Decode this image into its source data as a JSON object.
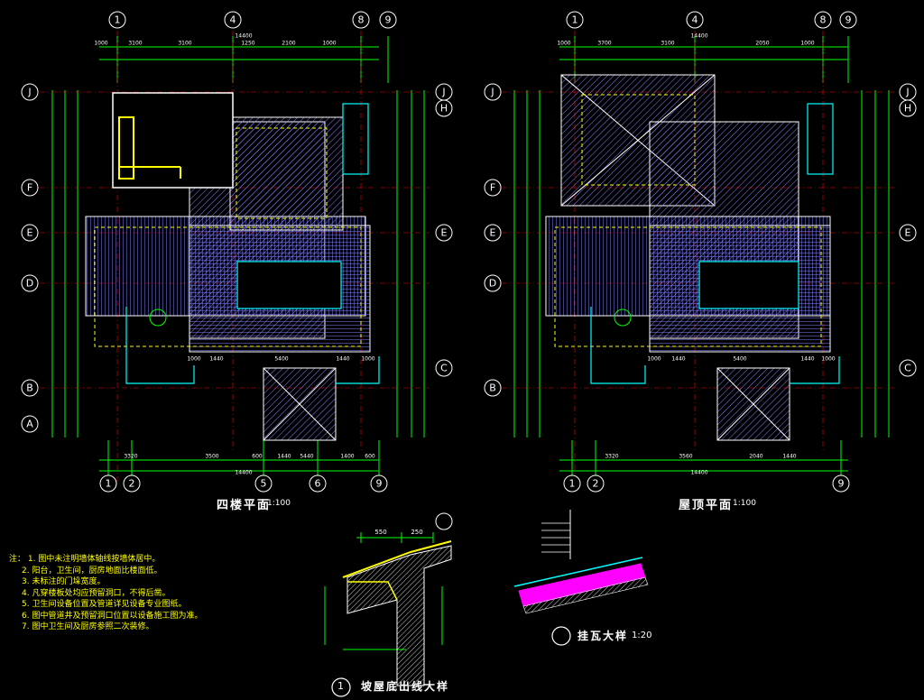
{
  "colors": {
    "background": "#000000",
    "dimension": "#00ff00",
    "axis_bubble": "#ffffff",
    "wall": "#ffffff",
    "roof_hatch": "#8080ff",
    "gutter": "#00ffff",
    "dashed": "#ffff00",
    "grid_line": "#ff0000",
    "notes": "#ffff00"
  },
  "left_plan": {
    "title": "四楼平面",
    "scale": "1:100",
    "top_axes": [
      "1",
      "4",
      "8",
      "9"
    ],
    "bottom_axes": [
      "1",
      "2",
      "5",
      "6",
      "9"
    ],
    "left_axes": [
      "J",
      "F",
      "E",
      "D",
      "B",
      "A"
    ],
    "right_axes": [
      "J",
      "H",
      "E",
      "C"
    ],
    "top_overall": "14400",
    "top_dims": [
      "1000",
      "3100",
      "3100",
      "1250",
      "2100",
      "1000"
    ],
    "bottom_dims": [
      "3320",
      "3500",
      "600",
      "1440",
      "5440",
      "1400",
      "600"
    ],
    "bottom_overall": "14400",
    "inner_dims": [
      "1000",
      "1440",
      "5400",
      "1440",
      "1000"
    ]
  },
  "right_plan": {
    "title": "屋顶平面",
    "scale": "1:100",
    "top_axes": [
      "1",
      "4",
      "8",
      "9"
    ],
    "bottom_axes": [
      "1",
      "2",
      "9"
    ],
    "left_axes": [
      "J",
      "F",
      "E",
      "D",
      "B"
    ],
    "right_axes": [
      "J",
      "H",
      "E",
      "C"
    ],
    "top_overall": "14400",
    "top_dims": [
      "1000",
      "3700",
      "3100",
      "2050",
      "1000"
    ],
    "bottom_dims": [
      "3320",
      "3560",
      "2040",
      "1440"
    ],
    "bottom_overall": "14400",
    "inner_dims": [
      "1000",
      "1440",
      "5400",
      "1440",
      "1000"
    ]
  },
  "detail_1": {
    "number": "1",
    "title": "坡屋底出线大样",
    "dims": [
      "550",
      "250"
    ]
  },
  "detail_2": {
    "title": "挂瓦大样",
    "scale": "1:20"
  },
  "notes": {
    "lead": "注：",
    "items": [
      "1. 图中未注明墙体轴线按墙体居中。",
      "2. 阳台，卫生间，厨房地面比楼面低。",
      "3. 未标注的门垛宽度。",
      "4. 凡穿楼板处均应预留洞口，不得后凿。",
      "5. 卫生间设备位置及管道详见设备专业图纸。",
      "6. 图中管道井及预留洞口位置以设备施工图为准。",
      "7. 图中卫生间及厨房参照二次装修。"
    ]
  }
}
